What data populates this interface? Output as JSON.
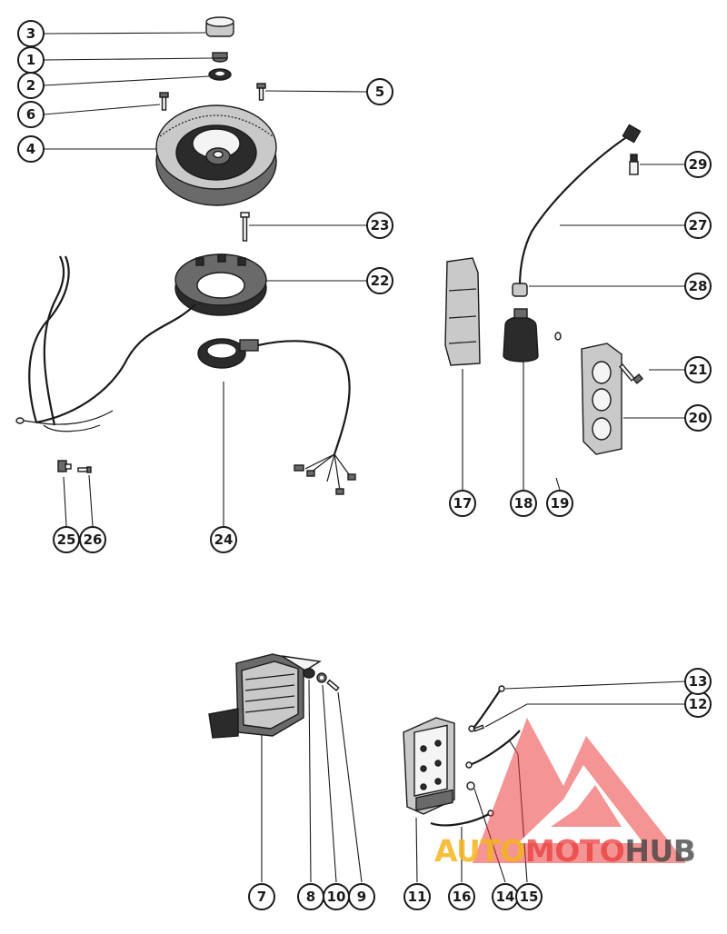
{
  "callouts": [
    {
      "id": "c1",
      "label": "1"
    },
    {
      "id": "c2",
      "label": "2"
    },
    {
      "id": "c3",
      "label": "3"
    },
    {
      "id": "c4",
      "label": "4"
    },
    {
      "id": "c5",
      "label": "5"
    },
    {
      "id": "c6",
      "label": "6"
    },
    {
      "id": "c7",
      "label": "7"
    },
    {
      "id": "c8",
      "label": "8"
    },
    {
      "id": "c9",
      "label": "9"
    },
    {
      "id": "c10",
      "label": "10"
    },
    {
      "id": "c11",
      "label": "11"
    },
    {
      "id": "c12",
      "label": "12"
    },
    {
      "id": "c13",
      "label": "13"
    },
    {
      "id": "c14",
      "label": "14"
    },
    {
      "id": "c15",
      "label": "15"
    },
    {
      "id": "c16",
      "label": "16"
    },
    {
      "id": "c17",
      "label": "17"
    },
    {
      "id": "c18",
      "label": "18"
    },
    {
      "id": "c19",
      "label": "19"
    },
    {
      "id": "c20",
      "label": "20"
    },
    {
      "id": "c21",
      "label": "21"
    },
    {
      "id": "c22",
      "label": "22"
    },
    {
      "id": "c23",
      "label": "23"
    },
    {
      "id": "c24",
      "label": "24"
    },
    {
      "id": "c25",
      "label": "25"
    },
    {
      "id": "c26",
      "label": "26"
    },
    {
      "id": "c27",
      "label": "27"
    },
    {
      "id": "c28",
      "label": "28"
    },
    {
      "id": "c29",
      "label": "29"
    }
  ],
  "watermark": {
    "part1": "AUTO",
    "part2": "MOTO",
    "part3": "HUB",
    "colors": {
      "auto": "#f5b41e",
      "moto": "#eb3c3c",
      "hub": "#3c3c3c"
    }
  }
}
